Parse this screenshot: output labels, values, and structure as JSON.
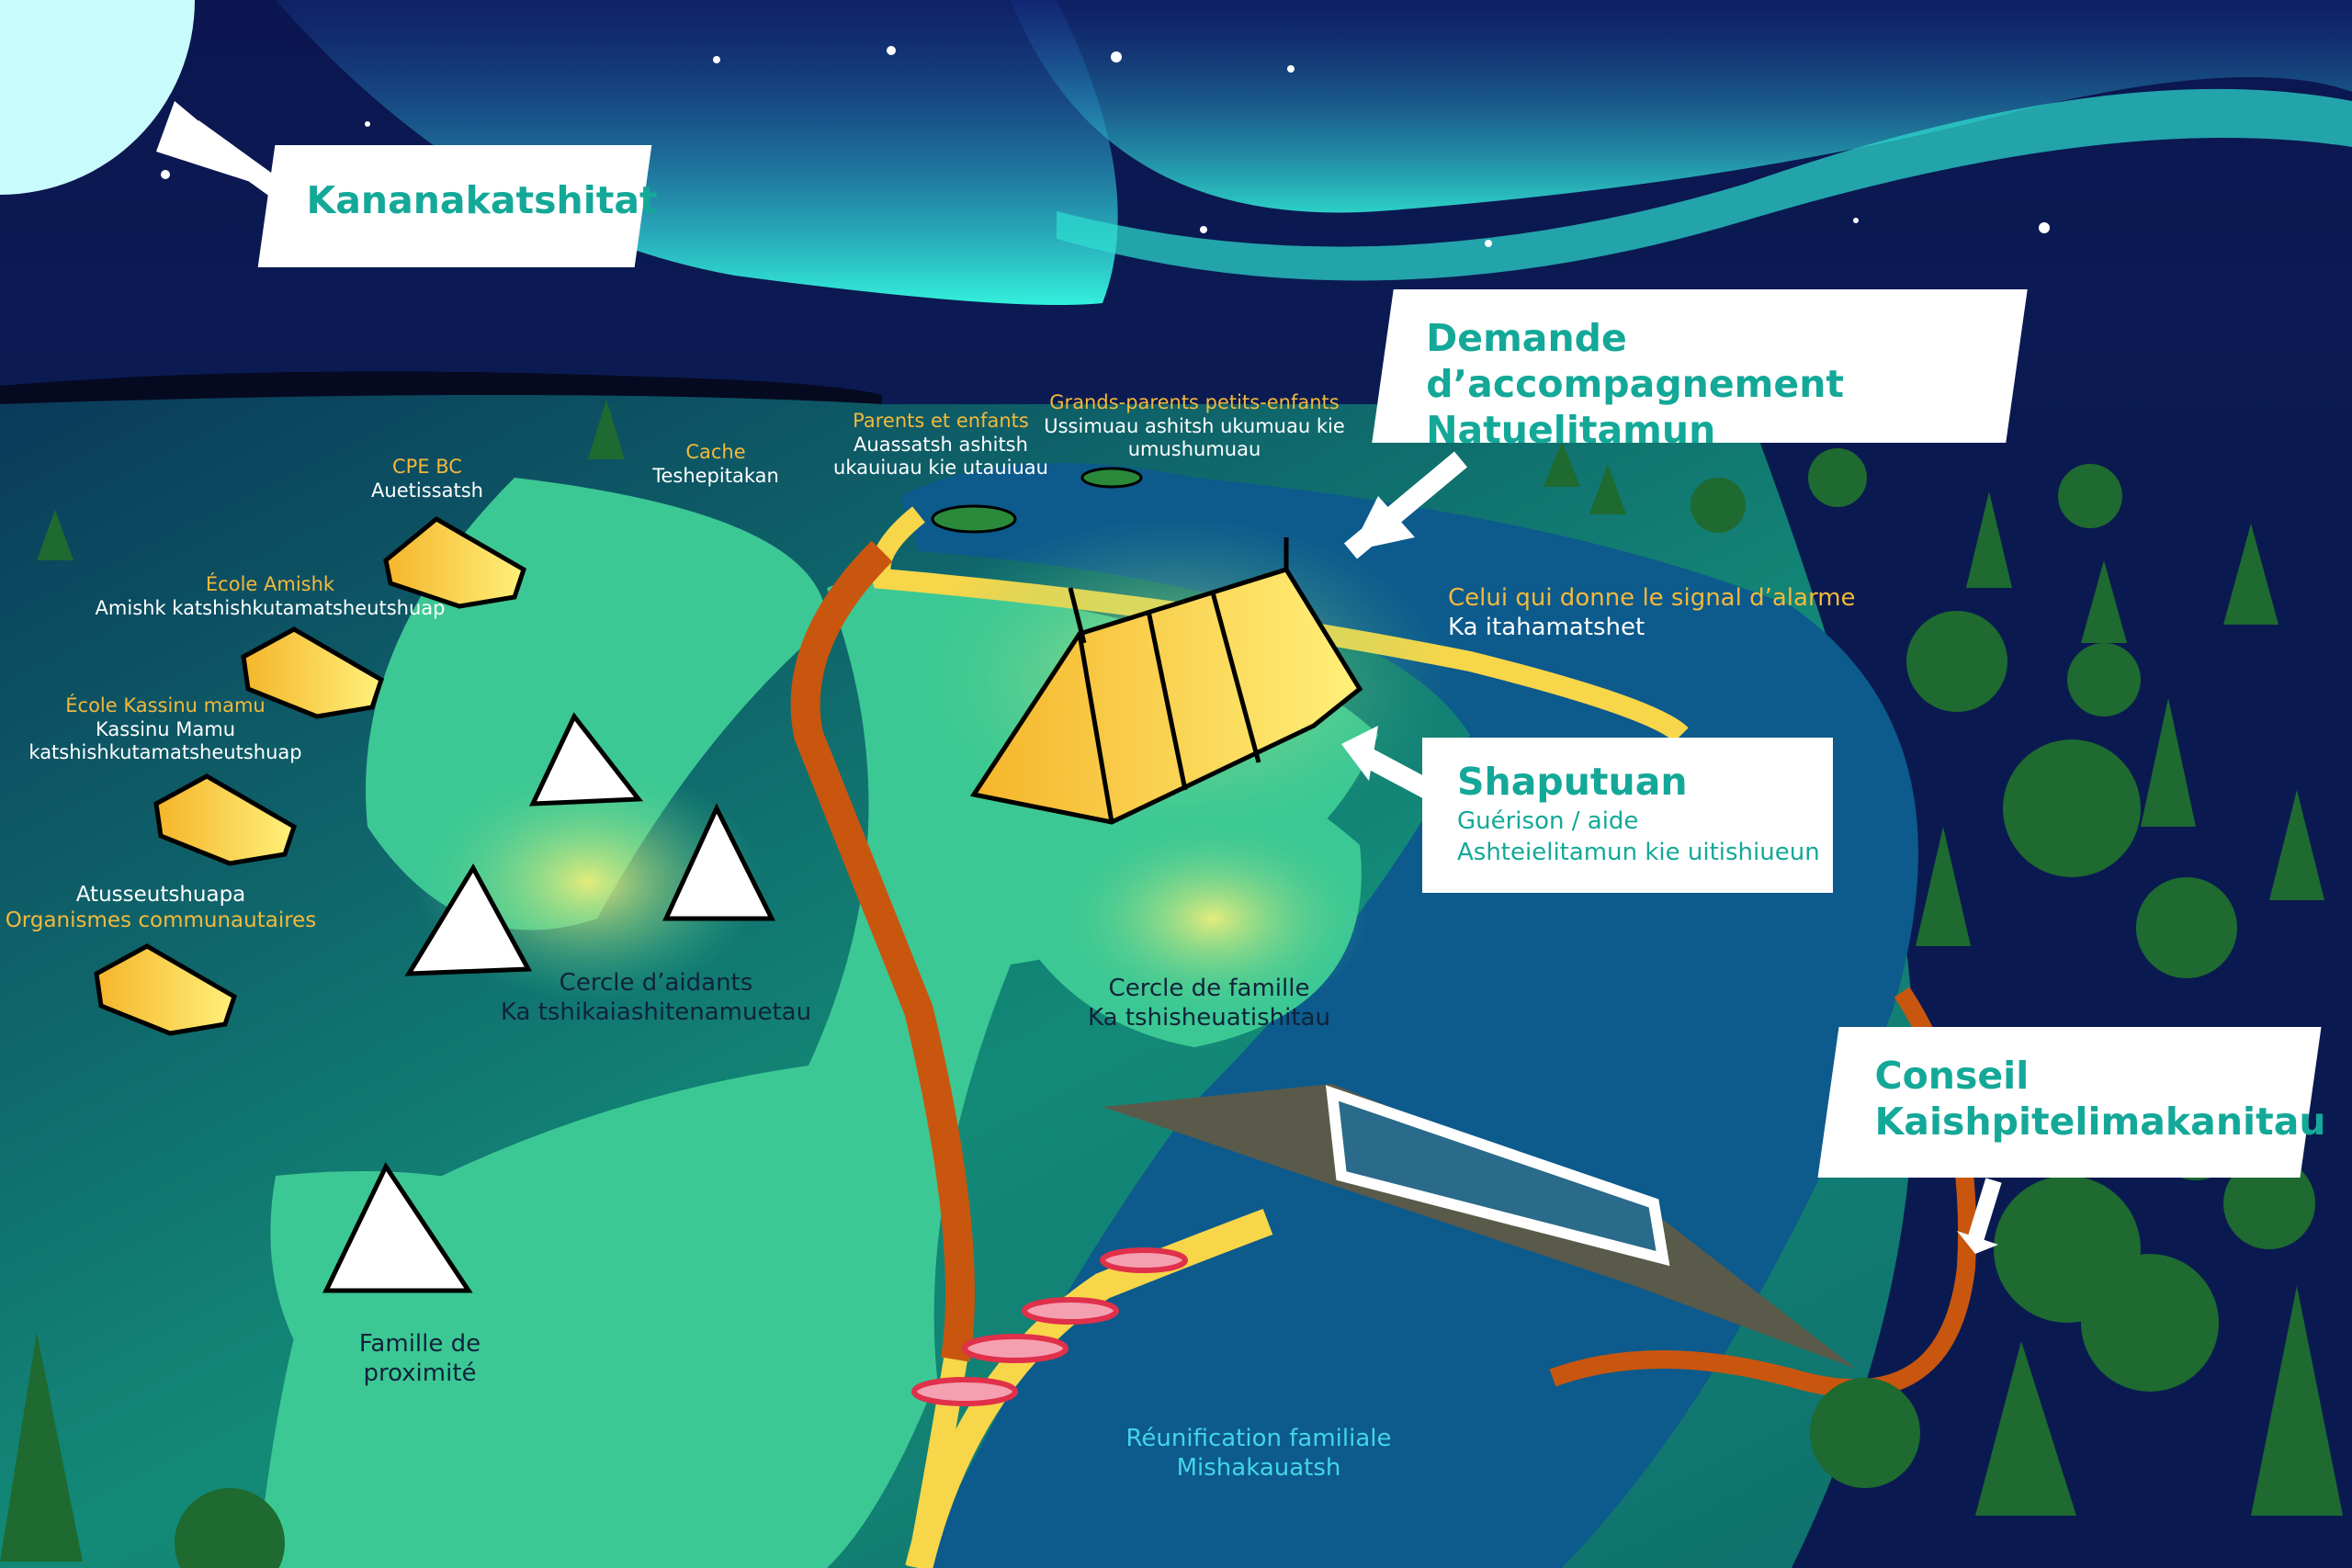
{
  "callouts": {
    "sky": "Kananakatshitat",
    "request": {
      "line1": "Demande d’accompagnement",
      "line2": "Natuelitamun"
    },
    "shaputuan": {
      "title": "Shaputuan",
      "line1": "Guérison / aide",
      "line2": "Ashteielitamun kie uitishiueun"
    },
    "council": {
      "line1": "Conseil",
      "line2": "Kaishpitelimakanitau"
    }
  },
  "labels": {
    "cpe": {
      "fr": "CPE BC",
      "innu": "Auetissatsh"
    },
    "cache": {
      "fr": "Cache",
      "innu": "Teshepitakan"
    },
    "amishk": {
      "fr": "École Amishk",
      "innu": "Amishk katshishkutamatsheutshuap"
    },
    "kassinu": {
      "fr": "École Kassinu mamu",
      "innu1": "Kassinu Mamu",
      "innu2": "katshishkutamatsheutshuap"
    },
    "organismes": {
      "innu": "Atusseutshuapa",
      "fr": "Organismes communautaires"
    },
    "parents": {
      "fr": "Parents et enfants",
      "innu1": "Auassatsh ashitsh",
      "innu2": "ukauiuau kie utauiuau"
    },
    "grandparents": {
      "fr": "Grands-parents petits-enfants",
      "innu1": "Ussimuau ashitsh ukumuau kie",
      "innu2": "umushumuau"
    },
    "alarm": {
      "fr": "Celui qui donne le signal d’alarme",
      "innu": "Ka itahamatshet"
    },
    "helpers": {
      "fr": "Cercle d’aidants",
      "innu": "Ka tshikaiashitenamuetau"
    },
    "family_circle": {
      "fr": "Cercle de famille",
      "innu": "Ka tshisheuatishitau"
    },
    "proximity": {
      "line1": "Famille de",
      "line2": "proximité"
    },
    "reunification": {
      "fr": "Réunification familiale",
      "innu": "Mishakauatsh"
    }
  },
  "colors": {
    "sky": "#0a1a4a",
    "aurora": "#2de0d0",
    "land": "#3cc894",
    "river": "#0d5a8c",
    "road": "#c8560f",
    "tent": "#f7c531",
    "accent": "#14a898",
    "label_yellow": "#f3b93b"
  }
}
